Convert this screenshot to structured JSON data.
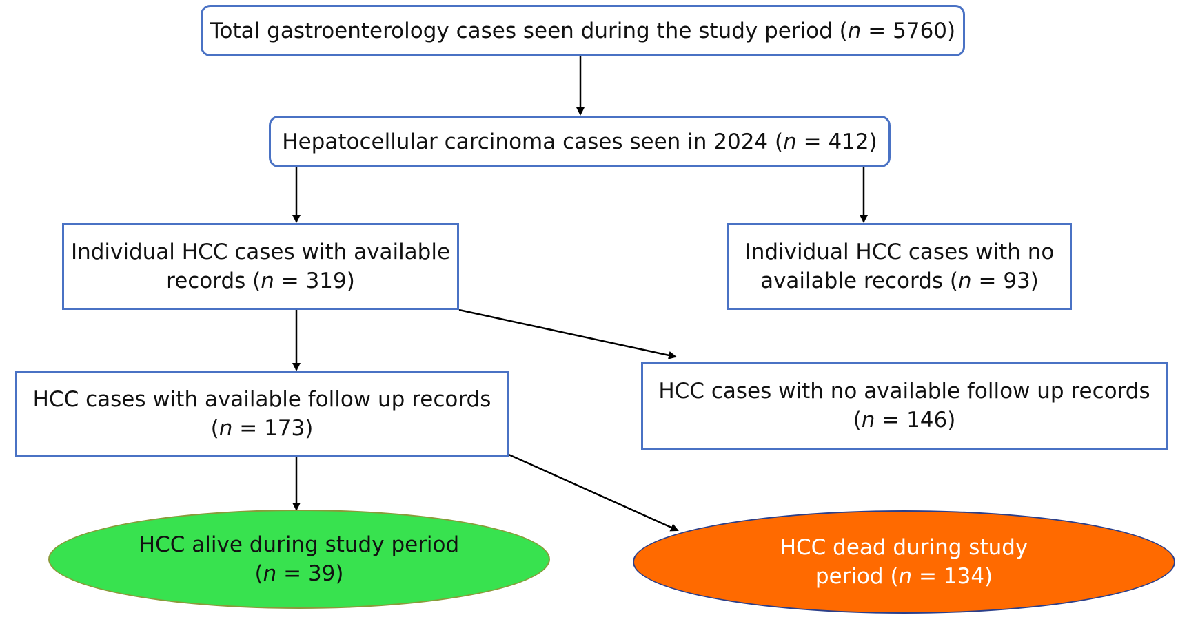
{
  "nodes": {
    "total": {
      "text": "Total gastroenterology cases seen during the study period (",
      "n": "n",
      "rest": " = 5760)"
    },
    "hcc2024": {
      "text": "Hepatocellular carcinoma cases seen in 2024 (",
      "n": "n",
      "rest": " = 412)"
    },
    "available": {
      "line1": "Individual HCC cases with available",
      "line2a": "records (",
      "n": "n",
      "rest": " = 319)"
    },
    "not_available": {
      "line1": "Individual HCC cases with no",
      "line2a": "available records (",
      "n": "n",
      "rest": " = 93)"
    },
    "followup": {
      "line1": "HCC cases with available follow up records",
      "line2a": "(",
      "n": "n",
      "rest": " = 173)"
    },
    "no_followup": {
      "line1": "HCC cases with no available follow up records",
      "line2a": "(",
      "n": "n",
      "rest": " = 146)"
    },
    "alive": {
      "line1": "HCC alive during study period",
      "line2a": "(",
      "n": "n",
      "rest": " = 39)"
    },
    "dead": {
      "line1": "HCC dead during study",
      "line2a": "period (",
      "n": "n",
      "rest": " = 134)"
    }
  },
  "colors": {
    "box_border": "#4a72c4",
    "alive_fill": "#38e24f",
    "dead_fill": "#ff6a00",
    "arrow": "#000000"
  }
}
